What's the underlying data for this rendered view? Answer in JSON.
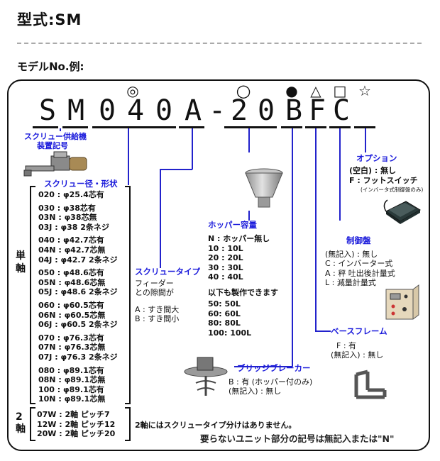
{
  "title": "型式:SM",
  "model_heading": "モデルNo.例:",
  "code": {
    "chars": [
      "S",
      "M",
      "0",
      "4",
      "0",
      "A",
      "-",
      "2",
      "0",
      "B",
      "F",
      "C",
      ""
    ],
    "symbols": [
      "◎",
      "○",
      "●",
      "△",
      "□",
      "☆"
    ]
  },
  "screw_feeder": {
    "label_lines": [
      "スクリュー供給機",
      "装置記号"
    ]
  },
  "screw_diameter": {
    "label": "スクリュー径・形状",
    "single_axis_label": "単軸",
    "items": [
      "020 : φ25.4芯有",
      "030 : φ38芯有",
      "03N : φ38芯無",
      "03J : φ38 2条ネジ",
      "040 : φ42.7芯有",
      "04N : φ42.7芯無",
      "04J : φ42.7 2条ネジ",
      "050 : φ48.6芯有",
      "05N : φ48.6芯無",
      "05J : φ48.6 2条ネジ",
      "060 : φ60.5芯有",
      "06N : φ60.5芯無",
      "06J : φ60.5 2条ネジ",
      "070 : φ76.3芯有",
      "07N : φ76.3芯無",
      "07J : φ76.3 2条ネジ",
      "080 : φ89.1芯有",
      "08N : φ89.1芯無",
      "100 : φ89.1芯有",
      "10N : φ89.1芯無"
    ],
    "double_axis_label": "2軸",
    "double_items": [
      "07W : 2軸 ピッチ7",
      "12W : 2軸 ピッチ12",
      "20W : 2軸 ピッチ20"
    ],
    "double_note": "2軸にはスクリュータイプ分けはありません。"
  },
  "screw_type": {
    "label": "スクリュータイプ",
    "lines": [
      "フィーダー",
      "との隙間が",
      "",
      "A : すき間大",
      "B : すき間小"
    ]
  },
  "hopper": {
    "label": "ホッパー容量",
    "lines": [
      "N : ホッパー無し",
      "10 : 10L",
      "20 : 20L",
      "30 : 30L",
      "40 : 40L",
      "",
      "以下も製作できます",
      "50: 50L",
      "60: 60L",
      "80: 80L",
      "100: 100L"
    ]
  },
  "bridge_breaker": {
    "label": "ブリッジブレーカー",
    "lines": [
      "B : 有 (ホッパー付のみ)",
      "(無記入) : 無し"
    ]
  },
  "base_frame": {
    "label": "ベースフレーム",
    "lines": [
      "F : 有",
      "(無記入) : 無し"
    ]
  },
  "control_panel": {
    "label": "制御盤",
    "lines": [
      "(無記入) : 無し",
      "C : インバーター式",
      "A : 秤 吐出後計量式",
      "L : 減量計量式"
    ]
  },
  "option": {
    "label": "オプション",
    "lines": [
      "(空白) : 無し",
      "F : フットスイッチ"
    ],
    "sub": "(インバータ式制御盤のみ)"
  },
  "footer_note": "要らないユニット部分の記号は無記入または\"N\"",
  "colors": {
    "accent": "#1a1adb",
    "line": "#2222cc",
    "frame": "#111111"
  }
}
